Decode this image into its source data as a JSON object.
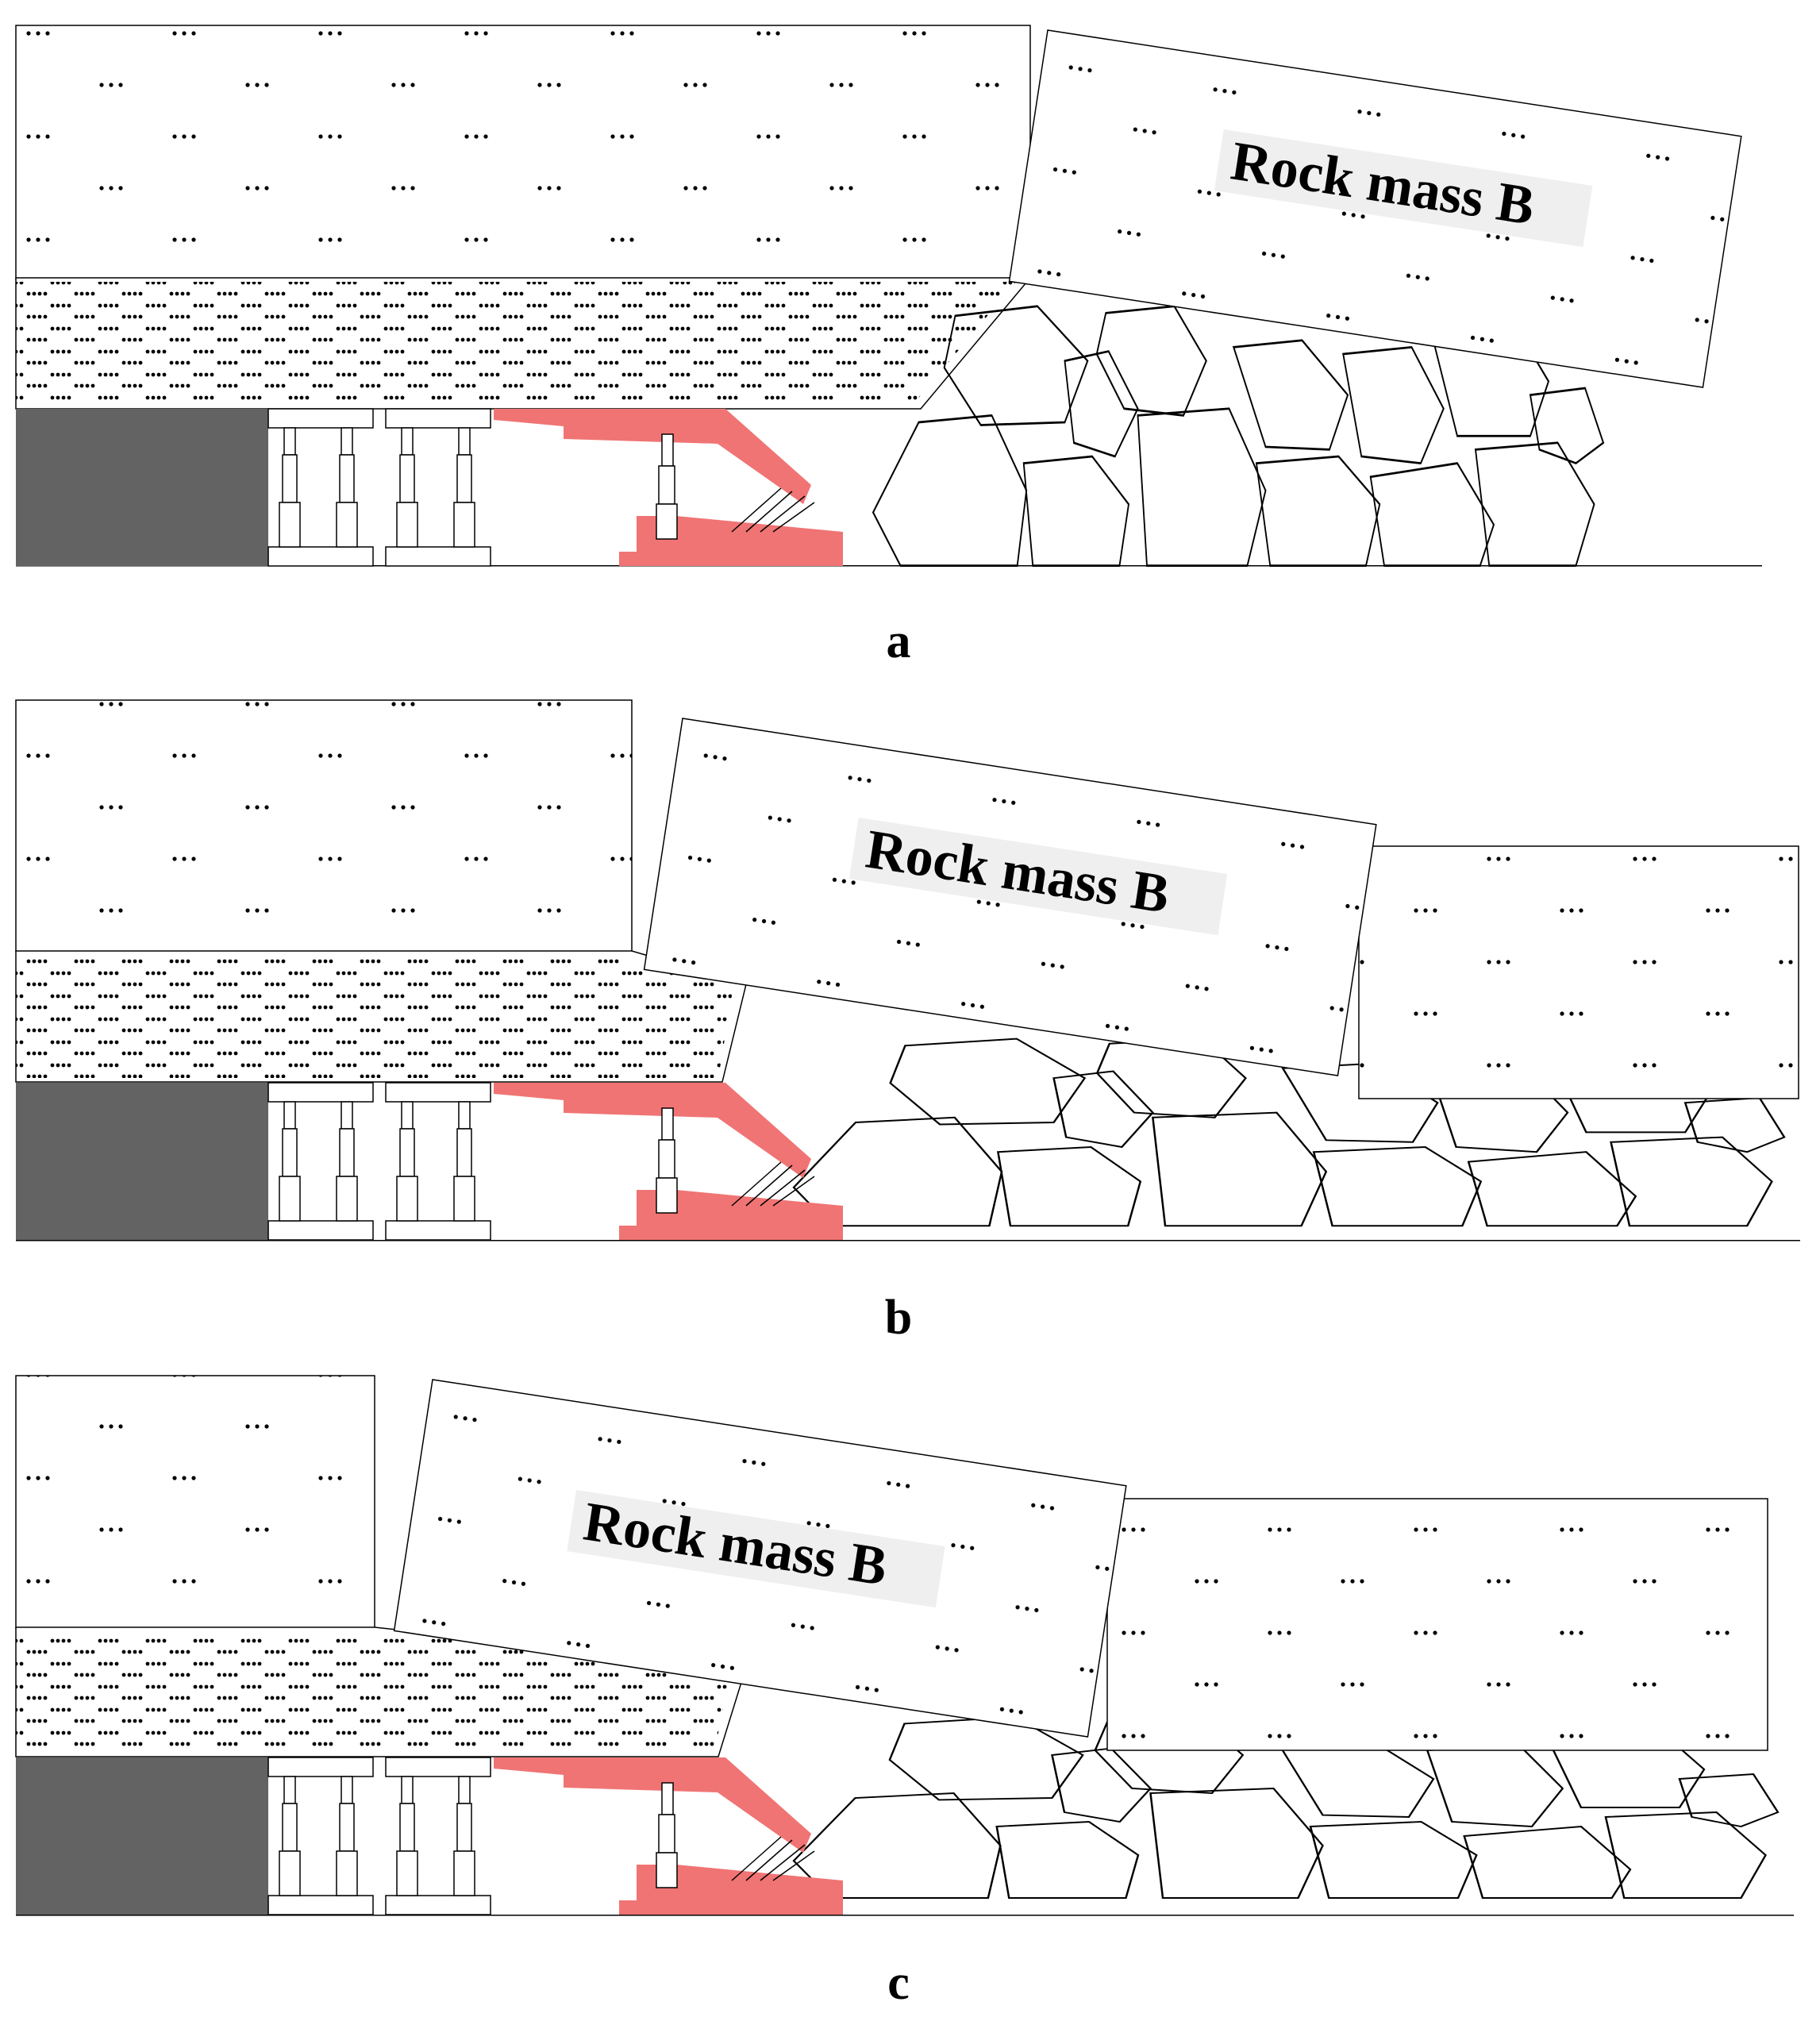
{
  "panels": [
    {
      "id": "a",
      "caption": "a",
      "block_label": "Rock mass B"
    },
    {
      "id": "b",
      "caption": "b",
      "block_label": "Rock mass B"
    },
    {
      "id": "c",
      "caption": "c",
      "block_label": "Rock mass B"
    }
  ],
  "colors": {
    "coal": "#636363",
    "shearer": "#f07474",
    "outline": "#000000",
    "label_bg": "#efefef"
  },
  "icons": {
    "coal_seam": "dark-rectangle",
    "hydraulic_support": "two-leg-shield-support",
    "shearer": "mining-machine",
    "caved_rock": "polygon-boulders"
  }
}
